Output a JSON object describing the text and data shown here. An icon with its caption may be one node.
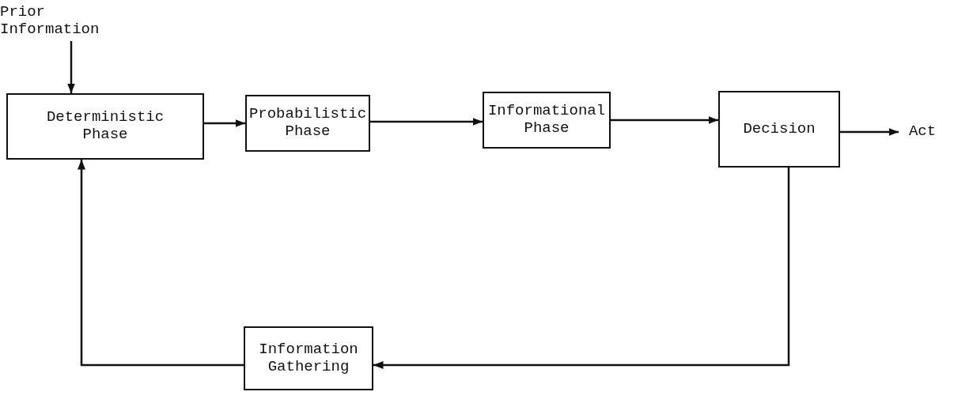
{
  "diagram": {
    "nodes": [
      {
        "text": [
          "Prior Information"
        ]
      },
      {
        "text": [
          "Deterministic Phase"
        ]
      },
      {
        "text": [
          "Probabilistic Phase"
        ]
      },
      {
        "text": [
          "Informational Phase"
        ]
      },
      {
        "text": [
          "Decision"
        ]
      },
      {
        "text": [
          "Act"
        ]
      },
      {
        "text": [
          "Information Gathering"
        ]
      }
    ],
    "edges": [
      {
        "from": 0,
        "to": 1,
        "arrow": "to"
      },
      {
        "from": 1,
        "to": 2,
        "arrow": "to"
      },
      {
        "from": 2,
        "to": 3,
        "arrow": "to"
      },
      {
        "from": 3,
        "to": 4,
        "arrow": "to"
      },
      {
        "from": 4,
        "to": 5,
        "arrow": "to"
      },
      {
        "from": 4,
        "to": 6,
        "arrow": "to"
      },
      {
        "from": 6,
        "to": 1,
        "arrow": "to"
      }
    ]
  }
}
